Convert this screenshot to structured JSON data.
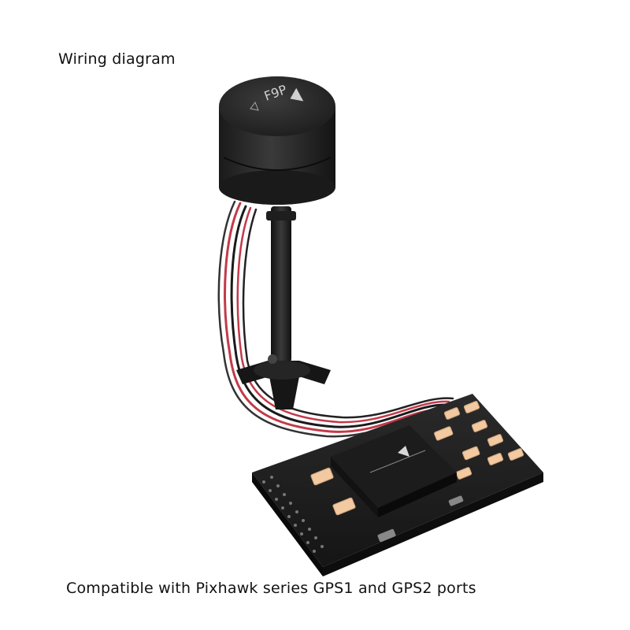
{
  "heading": "Wiring diagram",
  "caption": "Compatible with Pixhawk series GPS1 and GPS2 ports",
  "device_marking": "F9P",
  "colors": {
    "background": "#ffffff",
    "housing": "#222222",
    "cable_red": "#c23a4a",
    "cable_black": "#1a1a1a",
    "connector": "#f2c9a0"
  }
}
